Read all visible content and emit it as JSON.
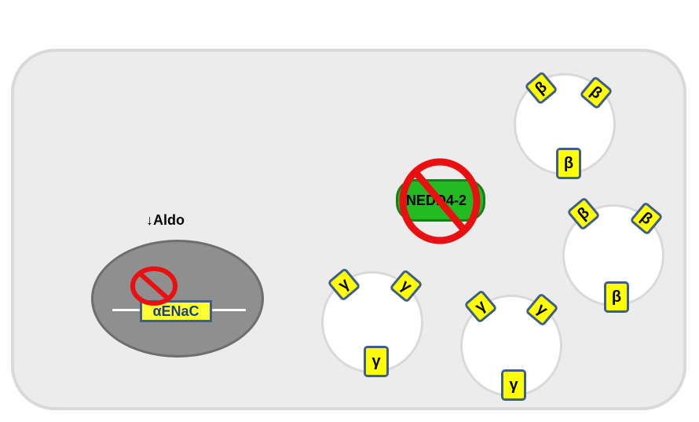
{
  "labels": {
    "aldo": "↓Aldo",
    "gene": "αENaC",
    "nedd": "NEDD4-2"
  },
  "subunits": {
    "beta": "β",
    "gamma": "γ"
  },
  "icons": {
    "inhibit": "prohibition-icon"
  },
  "colors": {
    "subunit_fill": "#ffff00",
    "subunit_border": "#3f5f8a",
    "nedd_fill": "#22bb22",
    "prohibition": "#e81010",
    "nucleus": "#8f8f8f",
    "cell": "#ececec"
  }
}
